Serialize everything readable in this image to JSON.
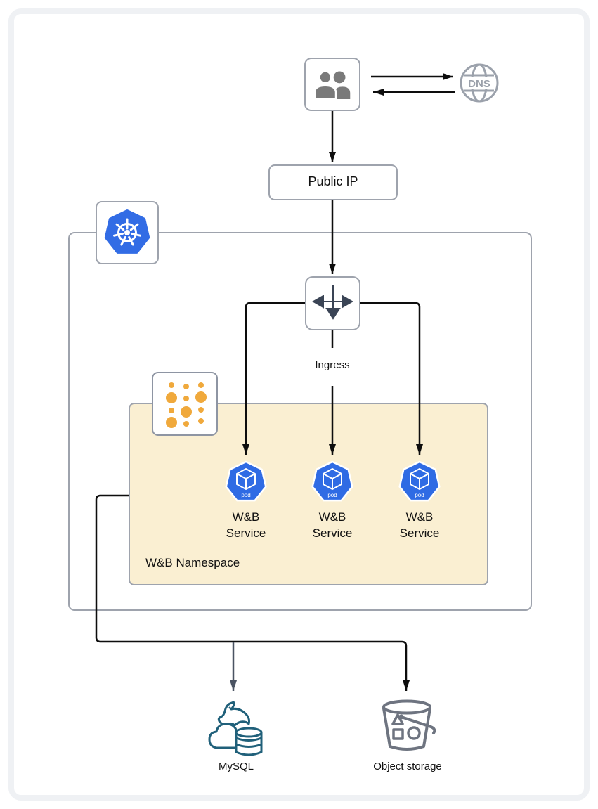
{
  "diagram": {
    "dns": {
      "label": "DNS"
    },
    "public_ip": {
      "label": "Public IP"
    },
    "ingress": {
      "label": "Ingress"
    },
    "namespace": {
      "label": "W&B Namespace"
    },
    "pods": [
      {
        "badge": "pod",
        "label": "W&B Service"
      },
      {
        "badge": "pod",
        "label": "W&B Service"
      },
      {
        "badge": "pod",
        "label": "W&B Service"
      }
    ],
    "mysql": {
      "label": "MySQL"
    },
    "object_storage": {
      "label": "Object storage"
    },
    "colors": {
      "kubernetes_blue": "#326CE5",
      "pod_blue": "#2F6BE4",
      "namespace_fill": "#FAEFD2",
      "dots_orange": "#F0A93C",
      "mysql_teal": "#20607A",
      "border_gray": "#9EA3AD",
      "connector_black": "#0D0D0D",
      "ingress_glyph": "#3A4455",
      "bucket_gray": "#6E7480",
      "users_gray": "#7A7A7A"
    }
  }
}
